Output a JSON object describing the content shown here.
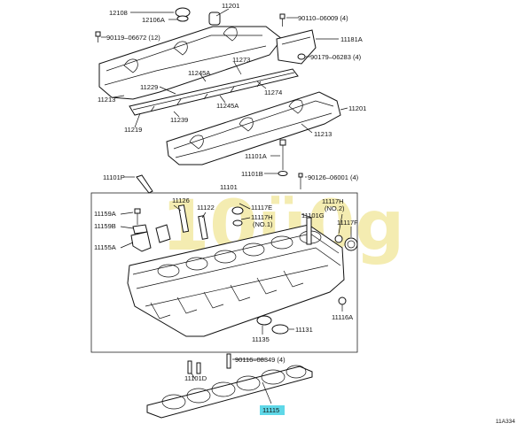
{
  "diagram": {
    "watermark": "toyota-parts-watermark-logo",
    "figure_code": "11A334",
    "highlight_color": "#5fd8e8",
    "labels": [
      {
        "id": "12108",
        "text": "12108"
      },
      {
        "id": "12106A",
        "text": "12106A"
      },
      {
        "id": "11201_top",
        "text": "11201"
      },
      {
        "id": "90110",
        "text": "90110–06009 (4)"
      },
      {
        "id": "90119",
        "text": "90119–06672 (12)"
      },
      {
        "id": "11181A",
        "text": "11181A"
      },
      {
        "id": "90179",
        "text": "90179–06283 (4)"
      },
      {
        "id": "11273",
        "text": "11273"
      },
      {
        "id": "11245A_1",
        "text": "11245A"
      },
      {
        "id": "11229",
        "text": "11229"
      },
      {
        "id": "11213_l",
        "text": "11213"
      },
      {
        "id": "11274",
        "text": "11274"
      },
      {
        "id": "11245A_2",
        "text": "11245A"
      },
      {
        "id": "11239",
        "text": "11239"
      },
      {
        "id": "11201_r",
        "text": "11201"
      },
      {
        "id": "11219",
        "text": "11219"
      },
      {
        "id": "11213_r",
        "text": "11213"
      },
      {
        "id": "11101A",
        "text": "11101A"
      },
      {
        "id": "11101P",
        "text": "11101P"
      },
      {
        "id": "11101B",
        "text": "11101B"
      },
      {
        "id": "90126",
        "text": "90126–06001 (4)"
      },
      {
        "id": "11101",
        "text": "11101"
      },
      {
        "id": "11126",
        "text": "11126"
      },
      {
        "id": "11117H_no2",
        "text": "11117H"
      },
      {
        "id": "no2",
        "text": "(NO.2)"
      },
      {
        "id": "11159A",
        "text": "11159A"
      },
      {
        "id": "11122",
        "text": "11122"
      },
      {
        "id": "11117E",
        "text": "11117E"
      },
      {
        "id": "11117H_no1",
        "text": "11117H"
      },
      {
        "id": "no1",
        "text": "(NO.1)"
      },
      {
        "id": "11101G",
        "text": "11101G"
      },
      {
        "id": "11117F",
        "text": "11117F"
      },
      {
        "id": "11159B",
        "text": "11159B"
      },
      {
        "id": "11155A",
        "text": "11155A"
      },
      {
        "id": "11116A",
        "text": "11116A"
      },
      {
        "id": "11135",
        "text": "11135"
      },
      {
        "id": "11131",
        "text": "11131"
      },
      {
        "id": "90116",
        "text": "90116–08349 (4)"
      },
      {
        "id": "11101D",
        "text": "11101D"
      },
      {
        "id": "11115",
        "text": "11115"
      }
    ]
  }
}
